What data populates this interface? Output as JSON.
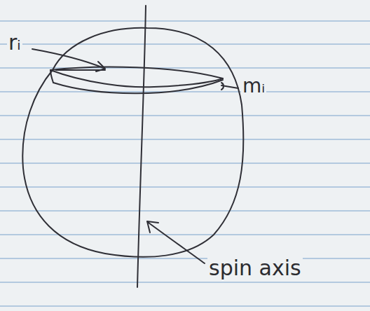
{
  "diagram": {
    "labels": [
      "rᵢ",
      "mᵢ",
      "spin axis"
    ]
  }
}
